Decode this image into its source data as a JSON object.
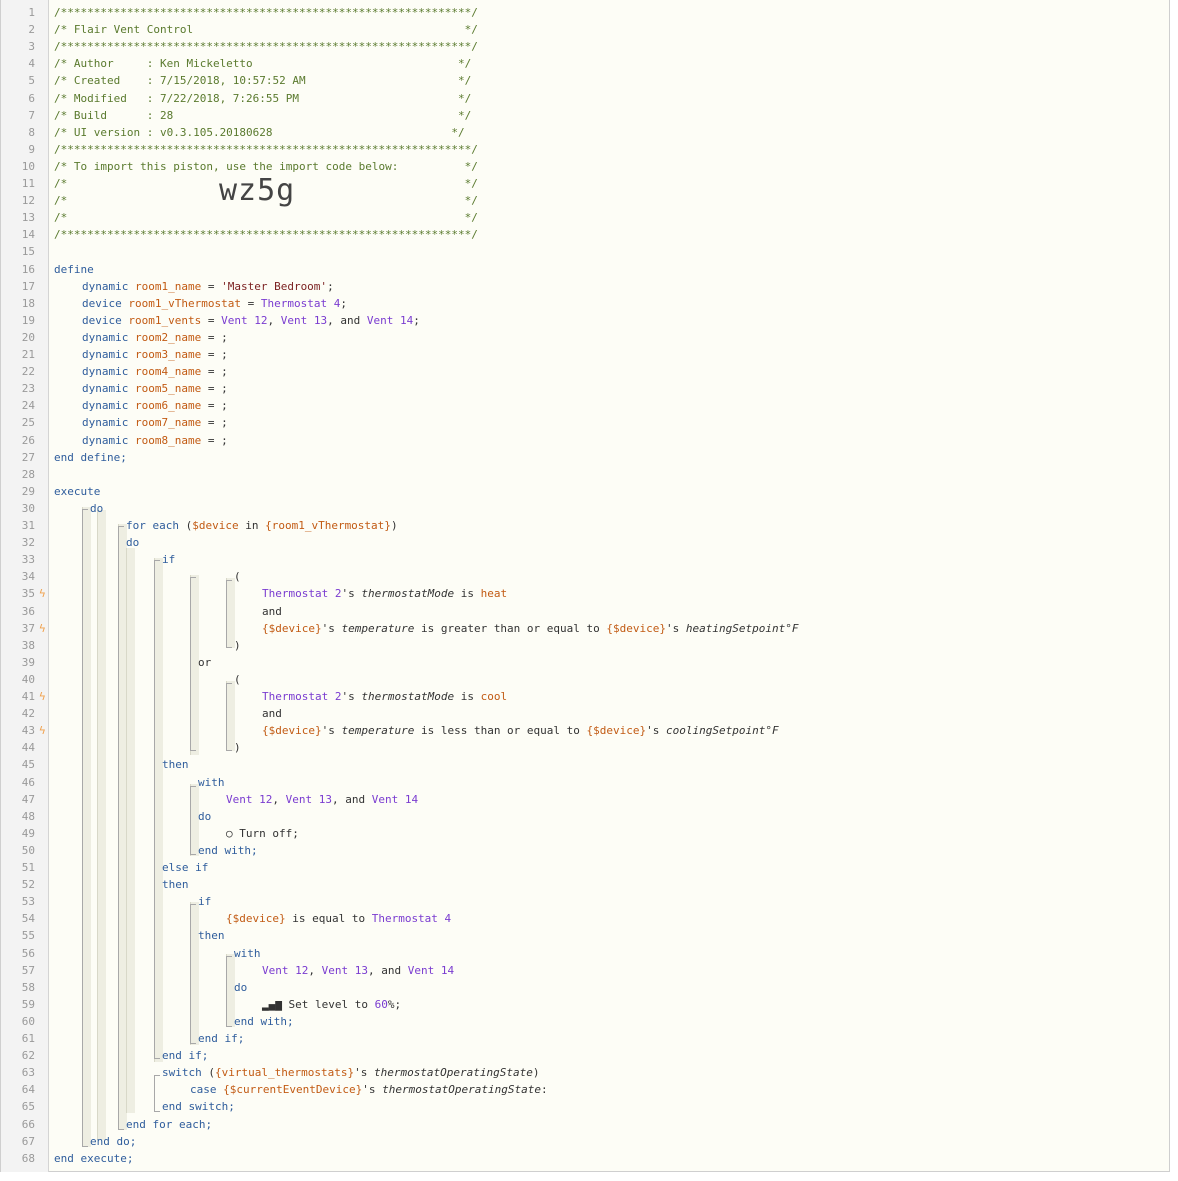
{
  "header": {
    "stars": "/**************************************************************/",
    "title": "/* Flair Vent Control                                         */",
    "author": "/* Author     : Ken Mickeletto                               */",
    "created": "/* Created    : 7/15/2018, 10:57:52 AM                       */",
    "modified": "/* Modified   : 7/22/2018, 7:26:55 PM                        */",
    "build": "/* Build      : 28                                           */",
    "ui_version": "/* UI version : v0.3.105.20180628                           */",
    "import_note": "/* To import this piston, use the import code below:          */",
    "empty_comment": "/*                                                            */",
    "import_code": "wz5g"
  },
  "line_numbers": [
    "1",
    "2",
    "3",
    "4",
    "5",
    "6",
    "7",
    "8",
    "9",
    "10",
    "11",
    "12",
    "13",
    "14",
    "15",
    "16",
    "17",
    "18",
    "19",
    "20",
    "21",
    "22",
    "23",
    "24",
    "25",
    "26",
    "27",
    "28",
    "29",
    "30",
    "31",
    "32",
    "33",
    "34",
    "35",
    "36",
    "37",
    "38",
    "39",
    "40",
    "41",
    "42",
    "43",
    "44",
    "45",
    "46",
    "47",
    "48",
    "49",
    "50",
    "51",
    "52",
    "53",
    "54",
    "55",
    "56",
    "57",
    "58",
    "59",
    "60",
    "61",
    "62",
    "63",
    "64",
    "65",
    "66",
    "67",
    "68"
  ],
  "trigger_icon": "lightning-bolt-icon",
  "code": {
    "define": "define",
    "dynamic": "dynamic",
    "device": "device",
    "room1_name": "room1_name",
    "room1_name_val": "'Master Bedroom'",
    "room1_vThermostat": "room1_vThermostat",
    "thermostat4": "Thermostat 4",
    "room1_vents": "room1_vents",
    "vent12": "Vent 12",
    "vent13": "Vent 13",
    "vent14": "Vent 14",
    "rooms": [
      "room2_name",
      "room3_name",
      "room4_name",
      "room5_name",
      "room6_name",
      "room7_name",
      "room8_name"
    ],
    "end_define": "end define;",
    "execute": "execute",
    "do": "do",
    "for_each": "for each",
    "device_var": "$device",
    "in": "in",
    "room1_vThermostat_ref": "{room1_vThermostat}",
    "if": "if",
    "open_paren": "(",
    "close_paren": ")",
    "thermostat2": "Thermostat 2",
    "possessive": "'s",
    "thermostatMode": "thermostatMode",
    "is": "is",
    "heat": "heat",
    "cool": "cool",
    "and": "and",
    "or": "or",
    "device_ref": "{$device}",
    "temperature": "temperature",
    "gte": "is greater than or equal to",
    "lte": "is less than or equal to",
    "heatingSetpoint": "heatingSetpoint°F",
    "coolingSetpoint": "coolingSetpoint°F",
    "then": "then",
    "with": "with",
    "turn_off": "Turn off;",
    "end_with": "end with;",
    "else_if": "else if",
    "is_equal_to": "is equal to",
    "set_level": "Set level to",
    "level_value": "60",
    "percent": "%;",
    "end_if": "end if;",
    "switch": "switch",
    "virtual_thermostats": "{virtual_thermostats}",
    "thermostatOperatingState": "thermostatOperatingState",
    "case": "case",
    "current_event_device": "{$currentEventDevice}",
    "end_switch": "end switch;",
    "end_for_each": "end for each;",
    "end_do": "end do;",
    "end_execute": "end execute;"
  }
}
